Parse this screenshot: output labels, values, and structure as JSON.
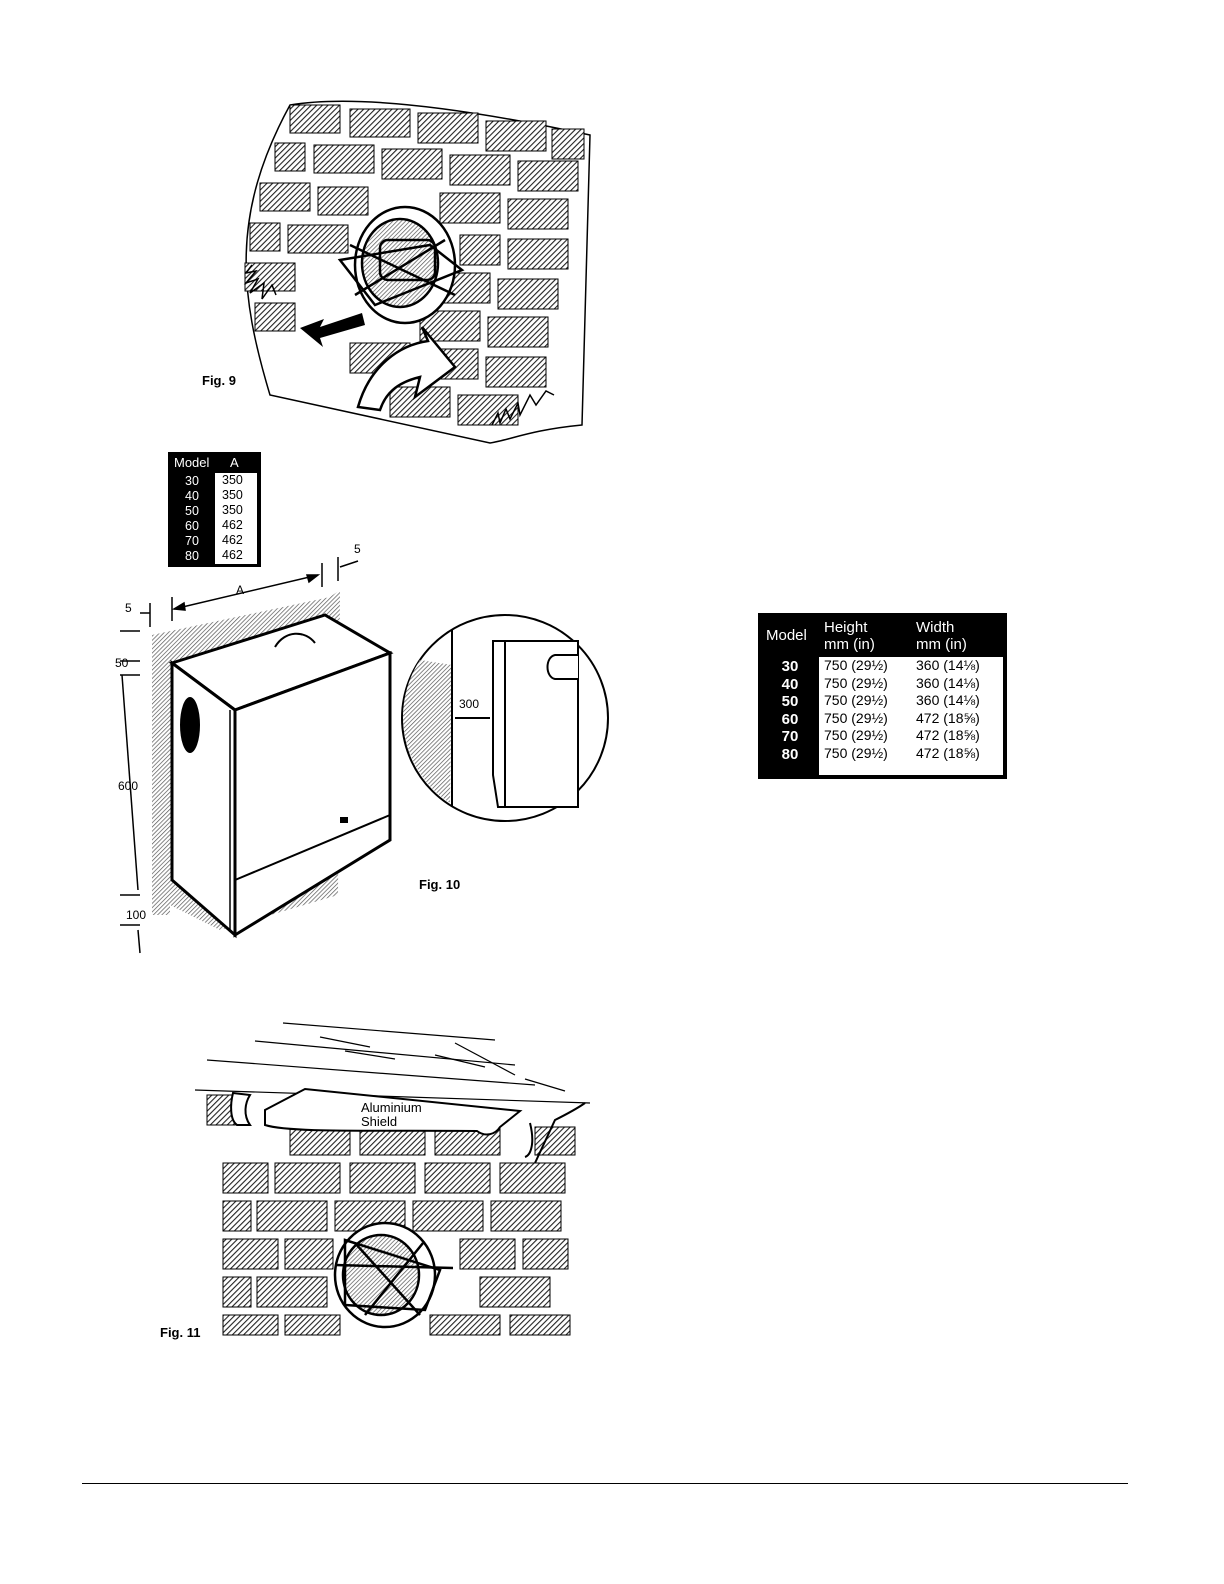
{
  "fig9": {
    "label": "Fig. 9"
  },
  "fig10": {
    "label": "Fig. 10",
    "dims": {
      "top_right": "5",
      "a": "A",
      "left": "5",
      "top": "50",
      "height": "600",
      "bottom": "100",
      "clearance": "300"
    },
    "table": {
      "headers": [
        "Model",
        "A"
      ],
      "rows": [
        {
          "model": "30",
          "a": "350"
        },
        {
          "model": "40",
          "a": "350"
        },
        {
          "model": "50",
          "a": "350"
        },
        {
          "model": "60",
          "a": "462"
        },
        {
          "model": "70",
          "a": "462"
        },
        {
          "model": "80",
          "a": "462"
        }
      ]
    }
  },
  "fig11": {
    "label": "Fig. 11",
    "shield_label_line1": "Aluminium",
    "shield_label_line2": "Shield"
  },
  "dimensions_table": {
    "headers": {
      "model": "Model",
      "height_1": "Height",
      "height_2": "mm (in)",
      "width_1": "Width",
      "width_2": "mm (in)"
    },
    "rows": [
      {
        "model": "30",
        "height": "750 (29½)",
        "width": "360 (14⅛)"
      },
      {
        "model": "40",
        "height": "750 (29½)",
        "width": "360 (14⅛)"
      },
      {
        "model": "50",
        "height": "750 (29½)",
        "width": "360 (14⅛)"
      },
      {
        "model": "60",
        "height": "750 (29½)",
        "width": "472 (18⅝)"
      },
      {
        "model": "70",
        "height": "750 (29½)",
        "width": "472 (18⅝)"
      },
      {
        "model": "80",
        "height": "750 (29½)",
        "width": "472 (18⅝)"
      }
    ]
  }
}
